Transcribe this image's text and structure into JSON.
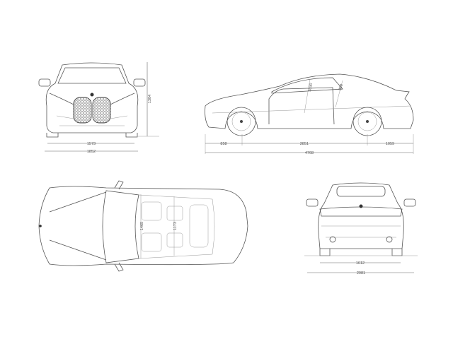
{
  "front_view": {
    "height": "1384",
    "track": "1573",
    "width": "1852"
  },
  "side_view": {
    "front_overhang": "858",
    "wheelbase": "2851",
    "rear_overhang": "1059",
    "length": "4768",
    "headroom_front": "1030",
    "headroom_rear": "958"
  },
  "top_view": {
    "shoulder_room_front": "1465",
    "shoulder_room_rear": "1173"
  },
  "rear_view": {
    "track": "1612",
    "width_with_mirrors": "2081"
  }
}
